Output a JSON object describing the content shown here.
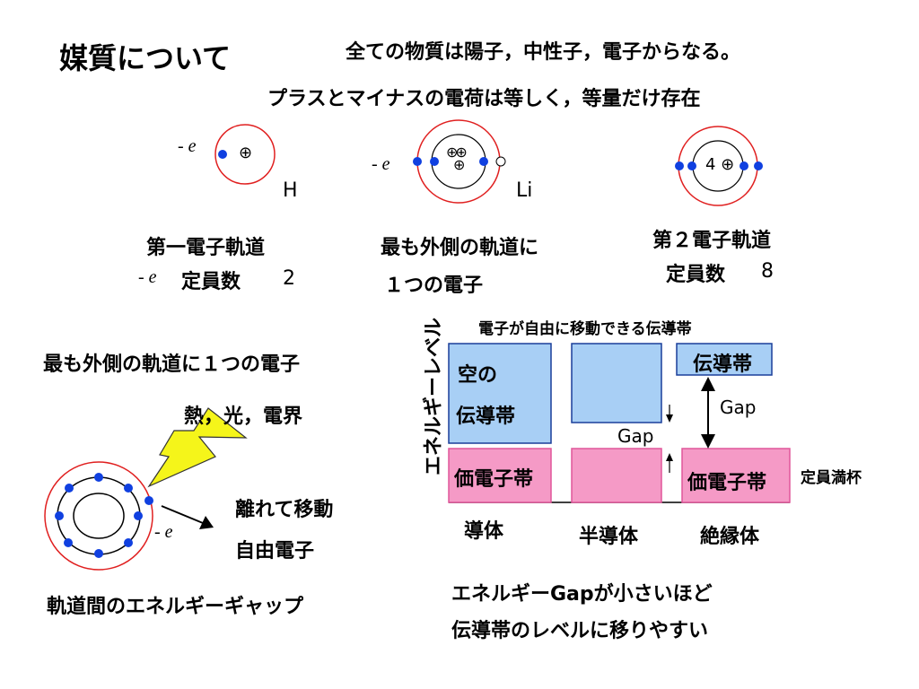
{
  "title": "媒質について",
  "subtitle_line1": "全ての物質は陽子，中性子，電子からなる。",
  "subtitle_line2": "プラスとマイナスの電荷は等しく，等量だけ存在",
  "electron_symbol": "- e",
  "nucleus_symbol": "⊕",
  "atoms": {
    "h": {
      "label": "H",
      "caption_line1": "第一電子軌道",
      "caption_line2": "定員数",
      "capacity": "2"
    },
    "li": {
      "label": "Li",
      "caption_line1": "最も外側の軌道に",
      "caption_line2": "１つの電子"
    },
    "third": {
      "nucleus_label": "4 ⊕",
      "caption_line1": "第２電子軌道",
      "caption_line2": "定員数",
      "capacity": "8"
    }
  },
  "lower_left": {
    "heading": "最も外側の軌道に１つの電子",
    "causes": "熱，光，電界",
    "move_line1": "離れて移動",
    "move_line2": "自由電子",
    "footer": "軌道間のエネルギーギャップ"
  },
  "band_diagram": {
    "top_label": "電子が自由に移動できる伝導帯",
    "y_axis_label": "エネルギーレベル",
    "conductor": {
      "upper_line1": "空の",
      "upper_line2": "伝導帯",
      "lower": "価電子帯",
      "name": "導体"
    },
    "semiconductor": {
      "gap_label": "Gap",
      "name": "半導体"
    },
    "insulator": {
      "upper": "伝導帯",
      "gap_label": "Gap",
      "lower": "価電子帯",
      "name": "絶縁体"
    },
    "full_label": "定員満杯",
    "conclusion_line1": "エネルギーGapが小さいほど",
    "conclusion_line2": "伝導帯のレベルに移りやすい"
  },
  "colors": {
    "orbit_outer": "#e02020",
    "electron": "#1040e0",
    "conduction_band": "#a8cff5",
    "valence_band": "#f59ac6",
    "band_border_blue": "#1a3f9a",
    "band_border_pink": "#e0569a",
    "lightning": "#f5f51a"
  }
}
